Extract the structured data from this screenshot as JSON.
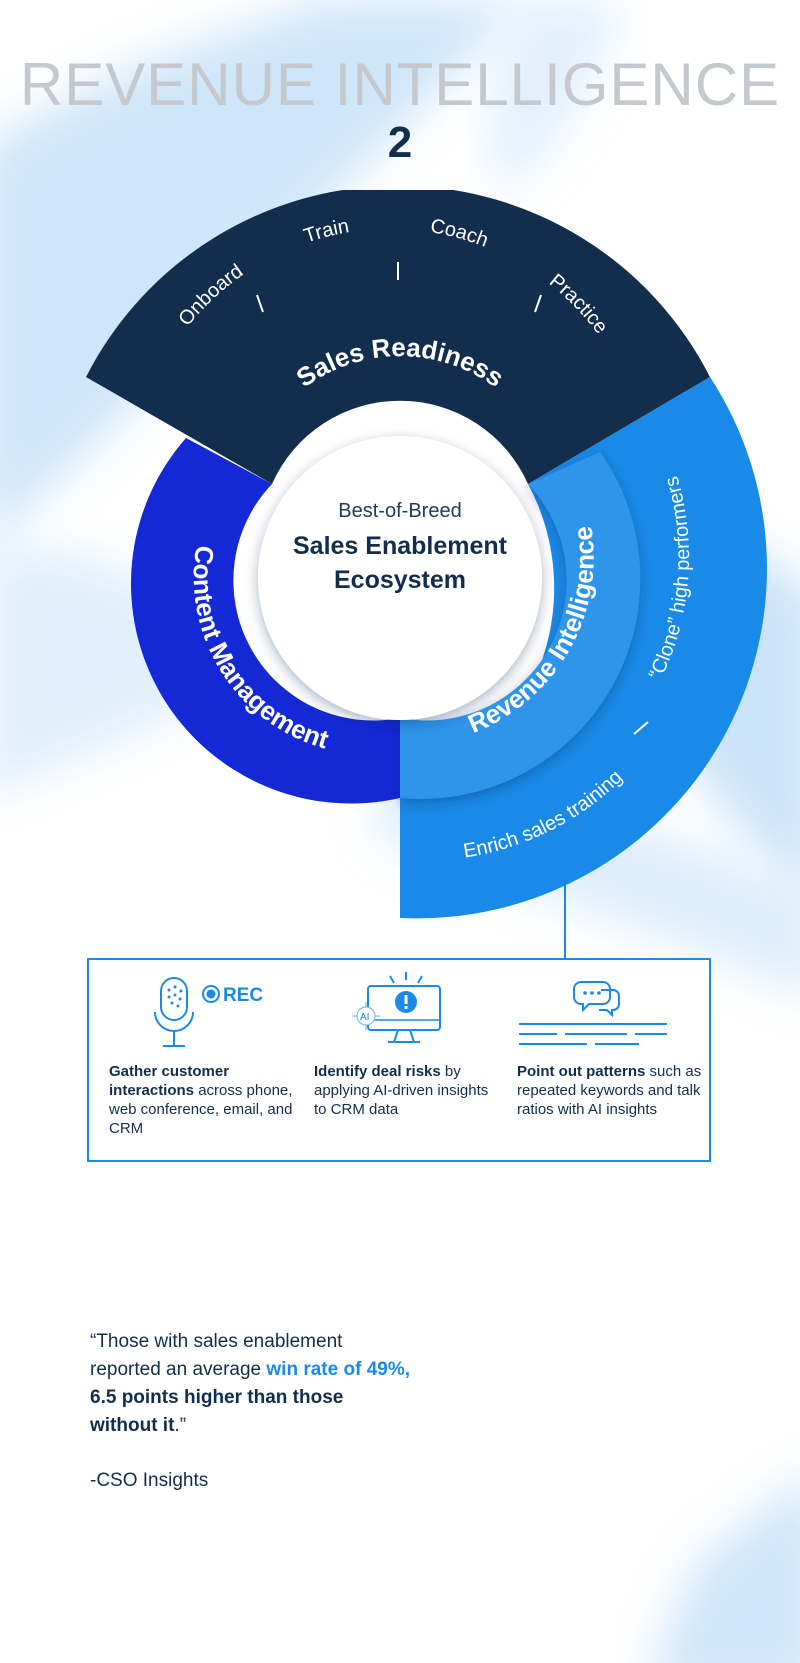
{
  "title": "REVENUE INTELLIGENCE",
  "number": "2",
  "wheel": {
    "top_segment": {
      "label": "Sales Readiness",
      "steps": [
        "Onboard",
        "Train",
        "Coach",
        "Practice"
      ]
    },
    "left_segment": {
      "label": "Content Management"
    },
    "right_segment": {
      "label": "Revenue Intelligence",
      "outer_items": [
        "“Clone” high performers",
        "Enrich sales training"
      ]
    },
    "center": {
      "small": "Best-of-Breed",
      "line1": "Sales Enablement",
      "line2": "Ecosystem"
    }
  },
  "features": [
    {
      "icon": "microphone-rec-icon",
      "icon_text": "REC",
      "bold": "Gather customer interactions",
      "rest": " across phone, web conference, email, and CRM"
    },
    {
      "icon": "monitor-alert-icon",
      "icon_text": "AI",
      "bold": "Identify deal risks",
      "rest": " by applying AI-driven insights to CRM data"
    },
    {
      "icon": "chat-lines-icon",
      "bold": "Point out patterns",
      "rest": " such as repeated keywords and talk ratios with AI insights"
    }
  ],
  "quote": {
    "part1": "“Those with sales enablement reported an average ",
    "highlight": "win rate of 49%,",
    "part2": " 6.5 points higher than those without it",
    "part3": ".”",
    "source": "-CSO Insights"
  },
  "colors": {
    "navy": "#132d4c",
    "royal_blue": "#1428d6",
    "bright_blue": "#1a8ae8",
    "title_gray": "#c5c8cc"
  }
}
